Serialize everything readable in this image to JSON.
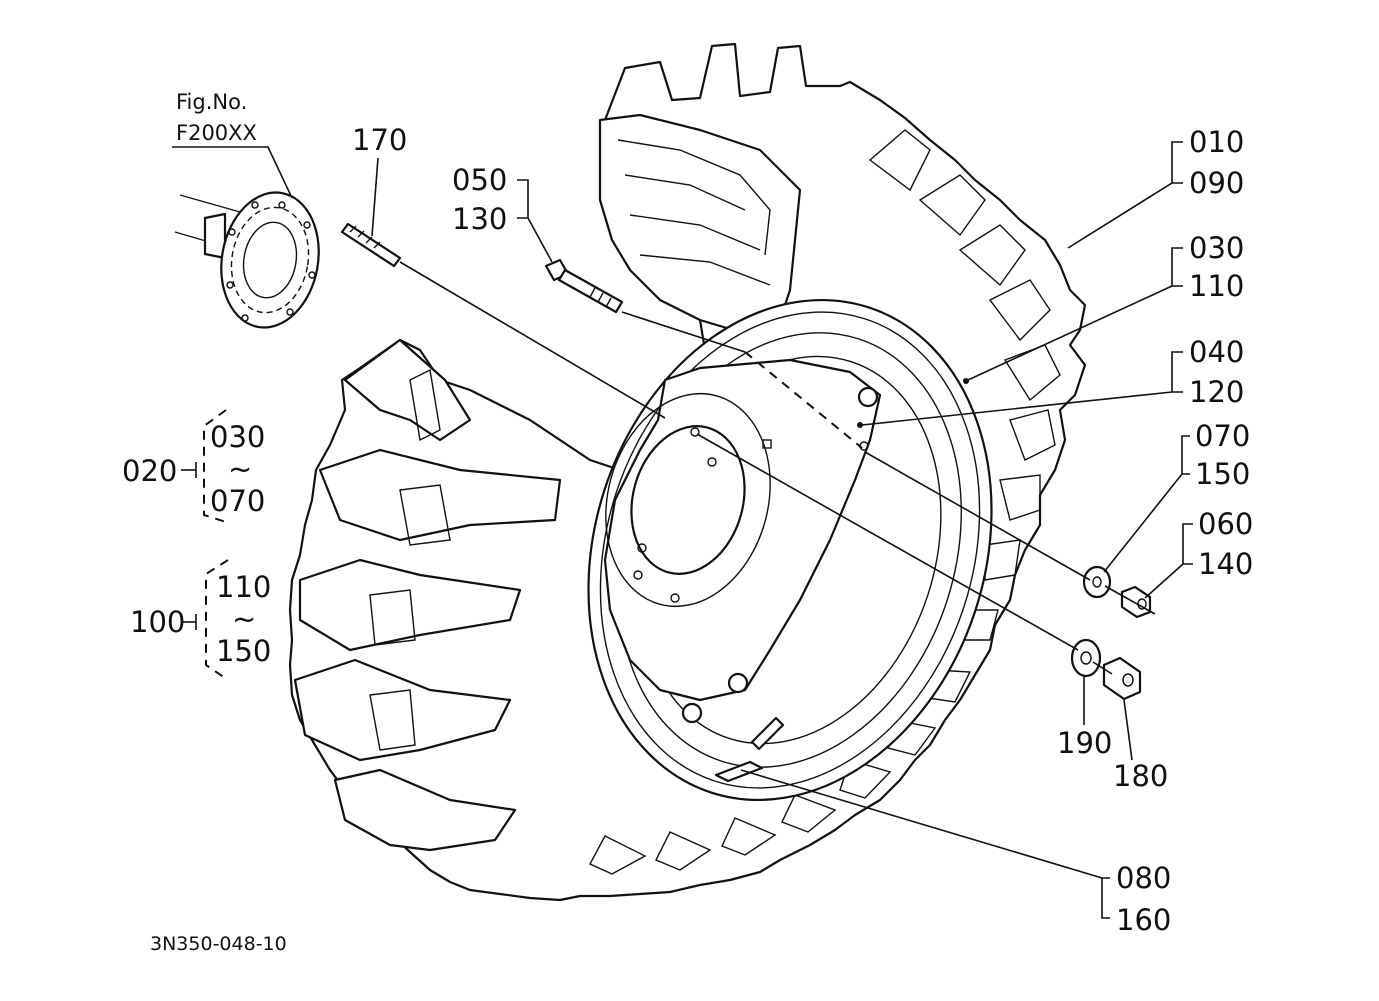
{
  "figure": {
    "fig_ref_label": "Fig.No.",
    "fig_ref_value": "F200XX",
    "drawing_number": "3N350-048-10"
  },
  "callouts": {
    "c170": "170",
    "c050": "050",
    "c130": "130",
    "c010": "010",
    "c090": "090",
    "c030": "030",
    "c110": "110",
    "c040": "040",
    "c120": "120",
    "c070": "070",
    "c150": "150",
    "c060": "060",
    "c140": "140",
    "c190": "190",
    "c180": "180",
    "c080": "080",
    "c160": "160"
  },
  "groups": {
    "group_020": {
      "id": "020",
      "from": "030",
      "tilde": "~",
      "to": "070"
    },
    "group_100": {
      "id": "100",
      "from": "110",
      "tilde": "~",
      "to": "150"
    }
  }
}
